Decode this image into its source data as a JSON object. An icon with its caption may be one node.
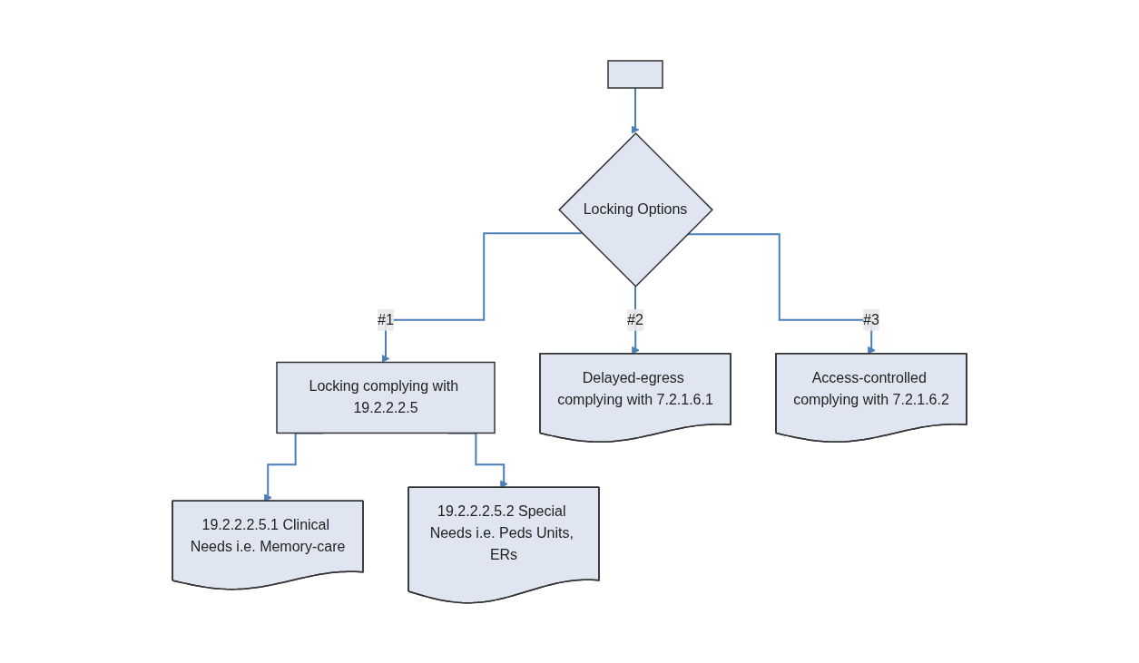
{
  "diagram": {
    "nodes": [
      {
        "text": [],
        "shape": "box"
      },
      {
        "text": [
          "Locking Options"
        ]
      },
      {
        "text": [
          "Locking complying with 19.2.2.2.5"
        ]
      },
      {
        "text": [
          "Delayed-egress complying with 7.2.1.6.1"
        ]
      },
      {
        "text": [
          "Access-controlled complying with 7.2.1.6.2"
        ]
      },
      {
        "text": [
          "19.2.2.2.5.1 Clinical Needs i.e. Memory-care"
        ]
      },
      {
        "text": [
          "19.2.2.2.5.2 Special Needs i.e. Peds Units, ERs"
        ]
      }
    ],
    "edges": [
      {
        "from": 0,
        "to": 1,
        "arrow": "to"
      },
      {
        "from": 1,
        "to": 2,
        "arrow": "to",
        "label": "#1"
      },
      {
        "from": 1,
        "to": 3,
        "arrow": "to",
        "label": "#2"
      },
      {
        "from": 1,
        "to": 4,
        "arrow": "to",
        "label": "#3"
      },
      {
        "from": 2,
        "to": 5,
        "arrow": "to"
      },
      {
        "from": 2,
        "to": 6,
        "arrow": "to"
      }
    ]
  }
}
